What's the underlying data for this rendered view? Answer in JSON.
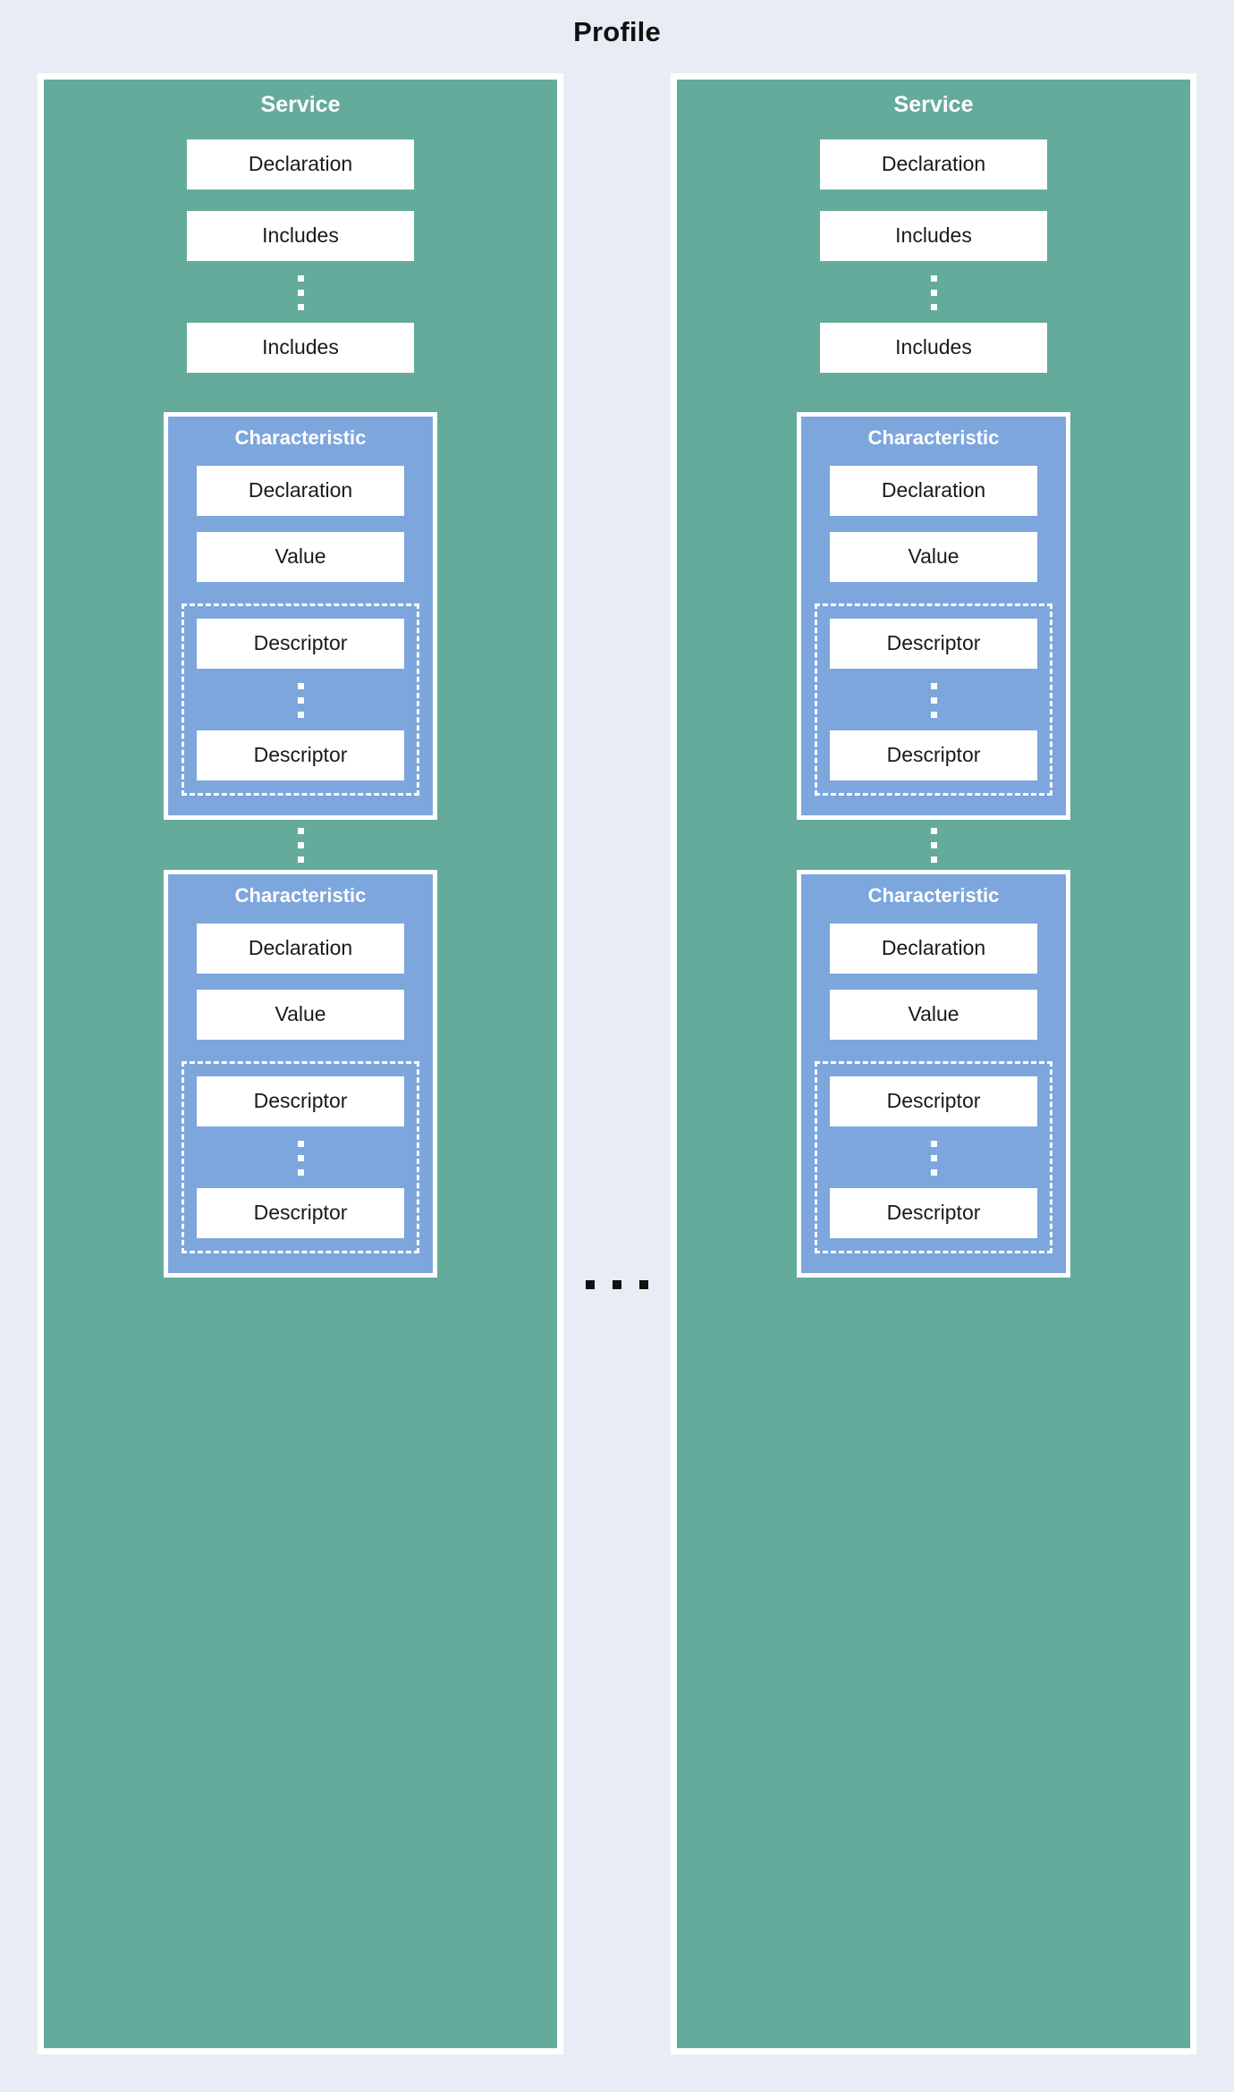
{
  "title": "Profile",
  "colors": {
    "background": "#e8edf5",
    "service": "#64ab9b",
    "characteristic": "#7da6dd",
    "leaf": "#ffffff",
    "border": "#ffffff",
    "text_dark": "#1a1a1a",
    "text_light": "#ffffff"
  },
  "labels": {
    "service": "Service",
    "declaration": "Declaration",
    "includes": "Includes",
    "characteristic": "Characteristic",
    "value": "Value",
    "descriptor": "Descriptor"
  },
  "services": [
    {
      "title": "Service",
      "declaration": "Declaration",
      "includes_first": "Includes",
      "includes_last": "Includes",
      "characteristics": [
        {
          "title": "Characteristic",
          "declaration": "Declaration",
          "value": "Value",
          "descriptor_first": "Descriptor",
          "descriptor_last": "Descriptor"
        },
        {
          "title": "Characteristic",
          "declaration": "Declaration",
          "value": "Value",
          "descriptor_first": "Descriptor",
          "descriptor_last": "Descriptor"
        }
      ]
    },
    {
      "title": "Service",
      "declaration": "Declaration",
      "includes_first": "Includes",
      "includes_last": "Includes",
      "characteristics": [
        {
          "title": "Characteristic",
          "declaration": "Declaration",
          "value": "Value",
          "descriptor_first": "Descriptor",
          "descriptor_last": "Descriptor"
        },
        {
          "title": "Characteristic",
          "declaration": "Declaration",
          "value": "Value",
          "descriptor_first": "Descriptor",
          "descriptor_last": "Descriptor"
        }
      ]
    }
  ],
  "ellipses": {
    "between_services": "...",
    "between_includes": "vertical-ellipsis",
    "between_characteristics": "vertical-ellipsis",
    "between_descriptors": "vertical-ellipsis"
  }
}
